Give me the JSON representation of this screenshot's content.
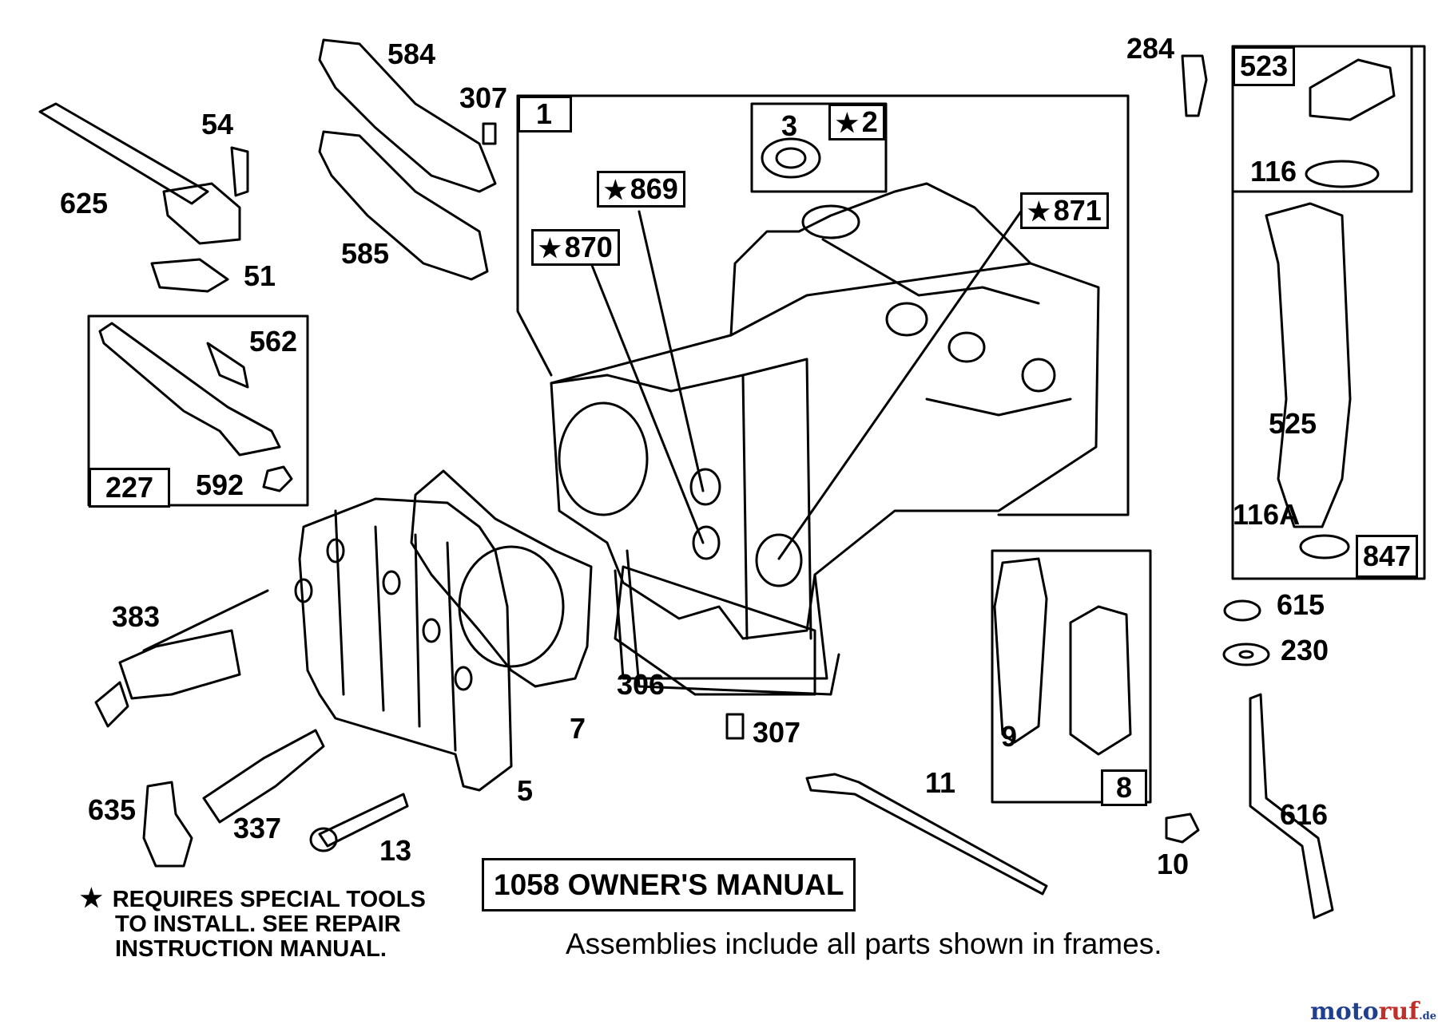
{
  "callouts": {
    "c1": "1",
    "c2": "2",
    "c3": "3",
    "c5": "5",
    "c7": "7",
    "c8": "8",
    "c9": "9",
    "c10": "10",
    "c11": "11",
    "c13": "13",
    "c51": "51",
    "c54": "54",
    "c116": "116",
    "c116a": "116A",
    "c227": "227",
    "c230": "230",
    "c284": "284",
    "c306": "306",
    "c307a": "307",
    "c307b": "307",
    "c337": "337",
    "c383": "383",
    "c523": "523",
    "c525": "525",
    "c562": "562",
    "c584": "584",
    "c585": "585",
    "c592": "592",
    "c615": "615",
    "c616": "616",
    "c625": "625",
    "c635": "635",
    "c847": "847",
    "c869": "869",
    "c870": "870",
    "c871": "871"
  },
  "special_tool_marker": "★",
  "note": {
    "line1": "REQUIRES SPECIAL TOOLS",
    "line2": "TO INSTALL.  SEE REPAIR",
    "line3": "INSTRUCTION MANUAL."
  },
  "manual_box": "1058 OWNER'S MANUAL",
  "caption": "Assemblies include all parts shown in frames.",
  "watermark": {
    "brand_a": "moto",
    "brand_b": "ruf",
    "tld": ".de",
    "color_a": "#1f3f8f",
    "color_b": "#c0302a"
  }
}
